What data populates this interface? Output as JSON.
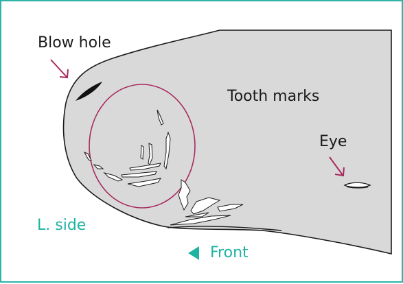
{
  "labels": {
    "blow_hole": "Blow hole",
    "tooth_marks": "Tooth marks",
    "eye": "Eye",
    "side": "L. side",
    "front": "Front"
  },
  "colors": {
    "frame": "#2eb3a8",
    "body_fill": "#d9d9da",
    "outline": "#1a1a1a",
    "highlight_ring": "#a8295e",
    "pointer_arrows": "#a8295e",
    "accent_text": "#1fb3a2"
  },
  "icons": {
    "front_direction": "left-triangle-icon"
  }
}
